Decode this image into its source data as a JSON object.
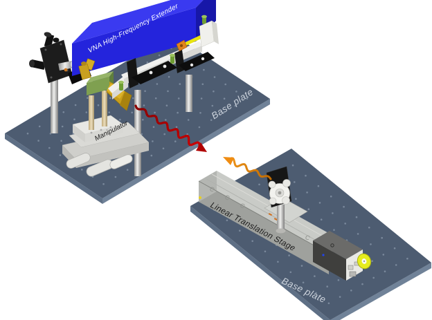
{
  "diagram": {
    "type": "3d-lab-setup-illustration",
    "description": "Quasi-optical millimeter-wave measurement setup with transmitter on one optical base plate and receiver probe on a linear translation stage on a second base plate",
    "labels": {
      "vna_extender": "VNA High-Frequency Extender",
      "base_plate_top": "Base plate",
      "manipulator": "Manipulator",
      "linear_stage": "Linear Translation Stage",
      "base_plate_bottom": "Base plate"
    },
    "colors": {
      "background": "#ffffff",
      "plate_top": "#4d5c71",
      "plate_side_left": "#5e6f85",
      "plate_side_right": "#708298",
      "plate_dot": "#a8b6c8",
      "box_top": "#3a3af0",
      "box_front": "#2424dc",
      "box_right": "#1717a8",
      "box_text": "#ffffff",
      "bracket_white": "#f0f0ee",
      "clamp_black": "#0d0d0d",
      "horn_gold": "#c89e1c",
      "green_unit": "#7fa050",
      "signal_tx": "#d40000",
      "signal_tx_dark": "#8a0000",
      "signal_rx": "#f59a1e",
      "signal_rx_dark": "#c06a00",
      "stage_top": "#c9cbc7",
      "stage_front": "#9fa19d",
      "motor_dark": "#3f3f3d",
      "motor_yellow": "#e6ec1e",
      "label_dark": "#1f1f1f",
      "label_light": "#ccd3dc"
    }
  }
}
